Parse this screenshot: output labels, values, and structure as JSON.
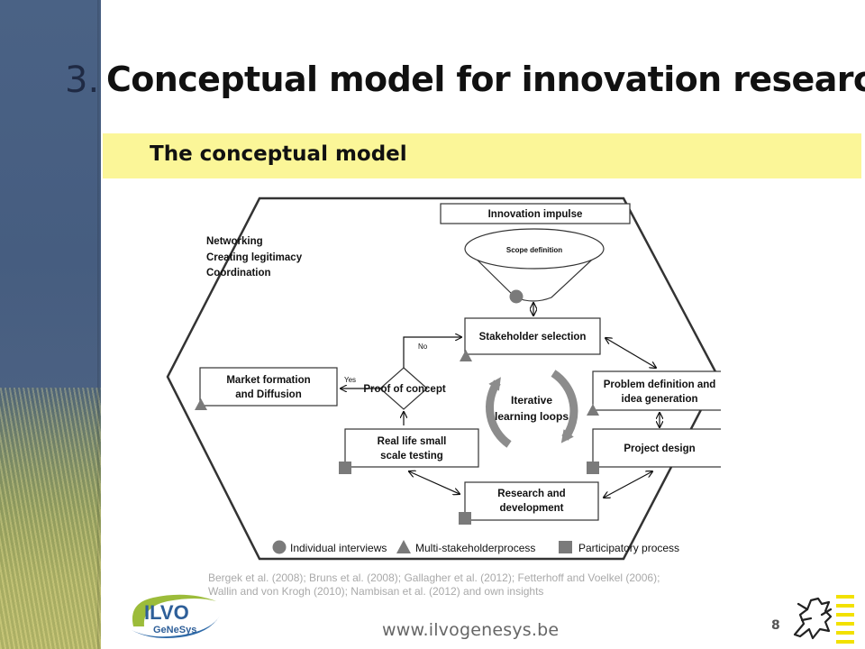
{
  "slide": {
    "title_number": "3.",
    "title": "Conceptual model for innovation research",
    "subtitle": "The conceptual model",
    "page_number": "8",
    "website": "www.ilvogenesys.be"
  },
  "diagram": {
    "side_labels": [
      "Networking",
      "Creating legitimacy",
      "Coordination"
    ],
    "nodes": {
      "innovation_impulse": "Innovation impulse",
      "scope_definition": "Scope definition",
      "stakeholder_selection": "Stakeholder selection",
      "problem_definition": [
        "Problem definition and",
        "idea generation"
      ],
      "project_design": "Project design",
      "research_development": [
        "Research and",
        "development"
      ],
      "real_life_testing": [
        "Real life small",
        "scale testing"
      ],
      "proof_of_concept": "Proof of concept",
      "market_formation": [
        "Market formation",
        "and Diffusion"
      ]
    },
    "center_label": [
      "Iterative",
      "learning loops"
    ],
    "edge_labels": {
      "no": "No",
      "yes": "Yes"
    },
    "legend": {
      "circle": "Individual interviews",
      "triangle": "Multi-stakeholderprocess",
      "square": "Participatory process"
    }
  },
  "references": {
    "line1": "Bergek et al. (2008); Bruns et al. (2008); Gallagher et al. (2012); Fetterhoff and Voelkel (2006);",
    "line2": "Wallin and von Krogh (2010); Nambisan et al. (2012) and own insights"
  },
  "logo": {
    "line1": "ILVO",
    "line2": "GeNeSys"
  },
  "colors": {
    "sidebar": "#465d80",
    "subtitle_bar": "#fbf698",
    "marker": "#7a7a7a",
    "loop_arrow": "#8c8c8c"
  }
}
